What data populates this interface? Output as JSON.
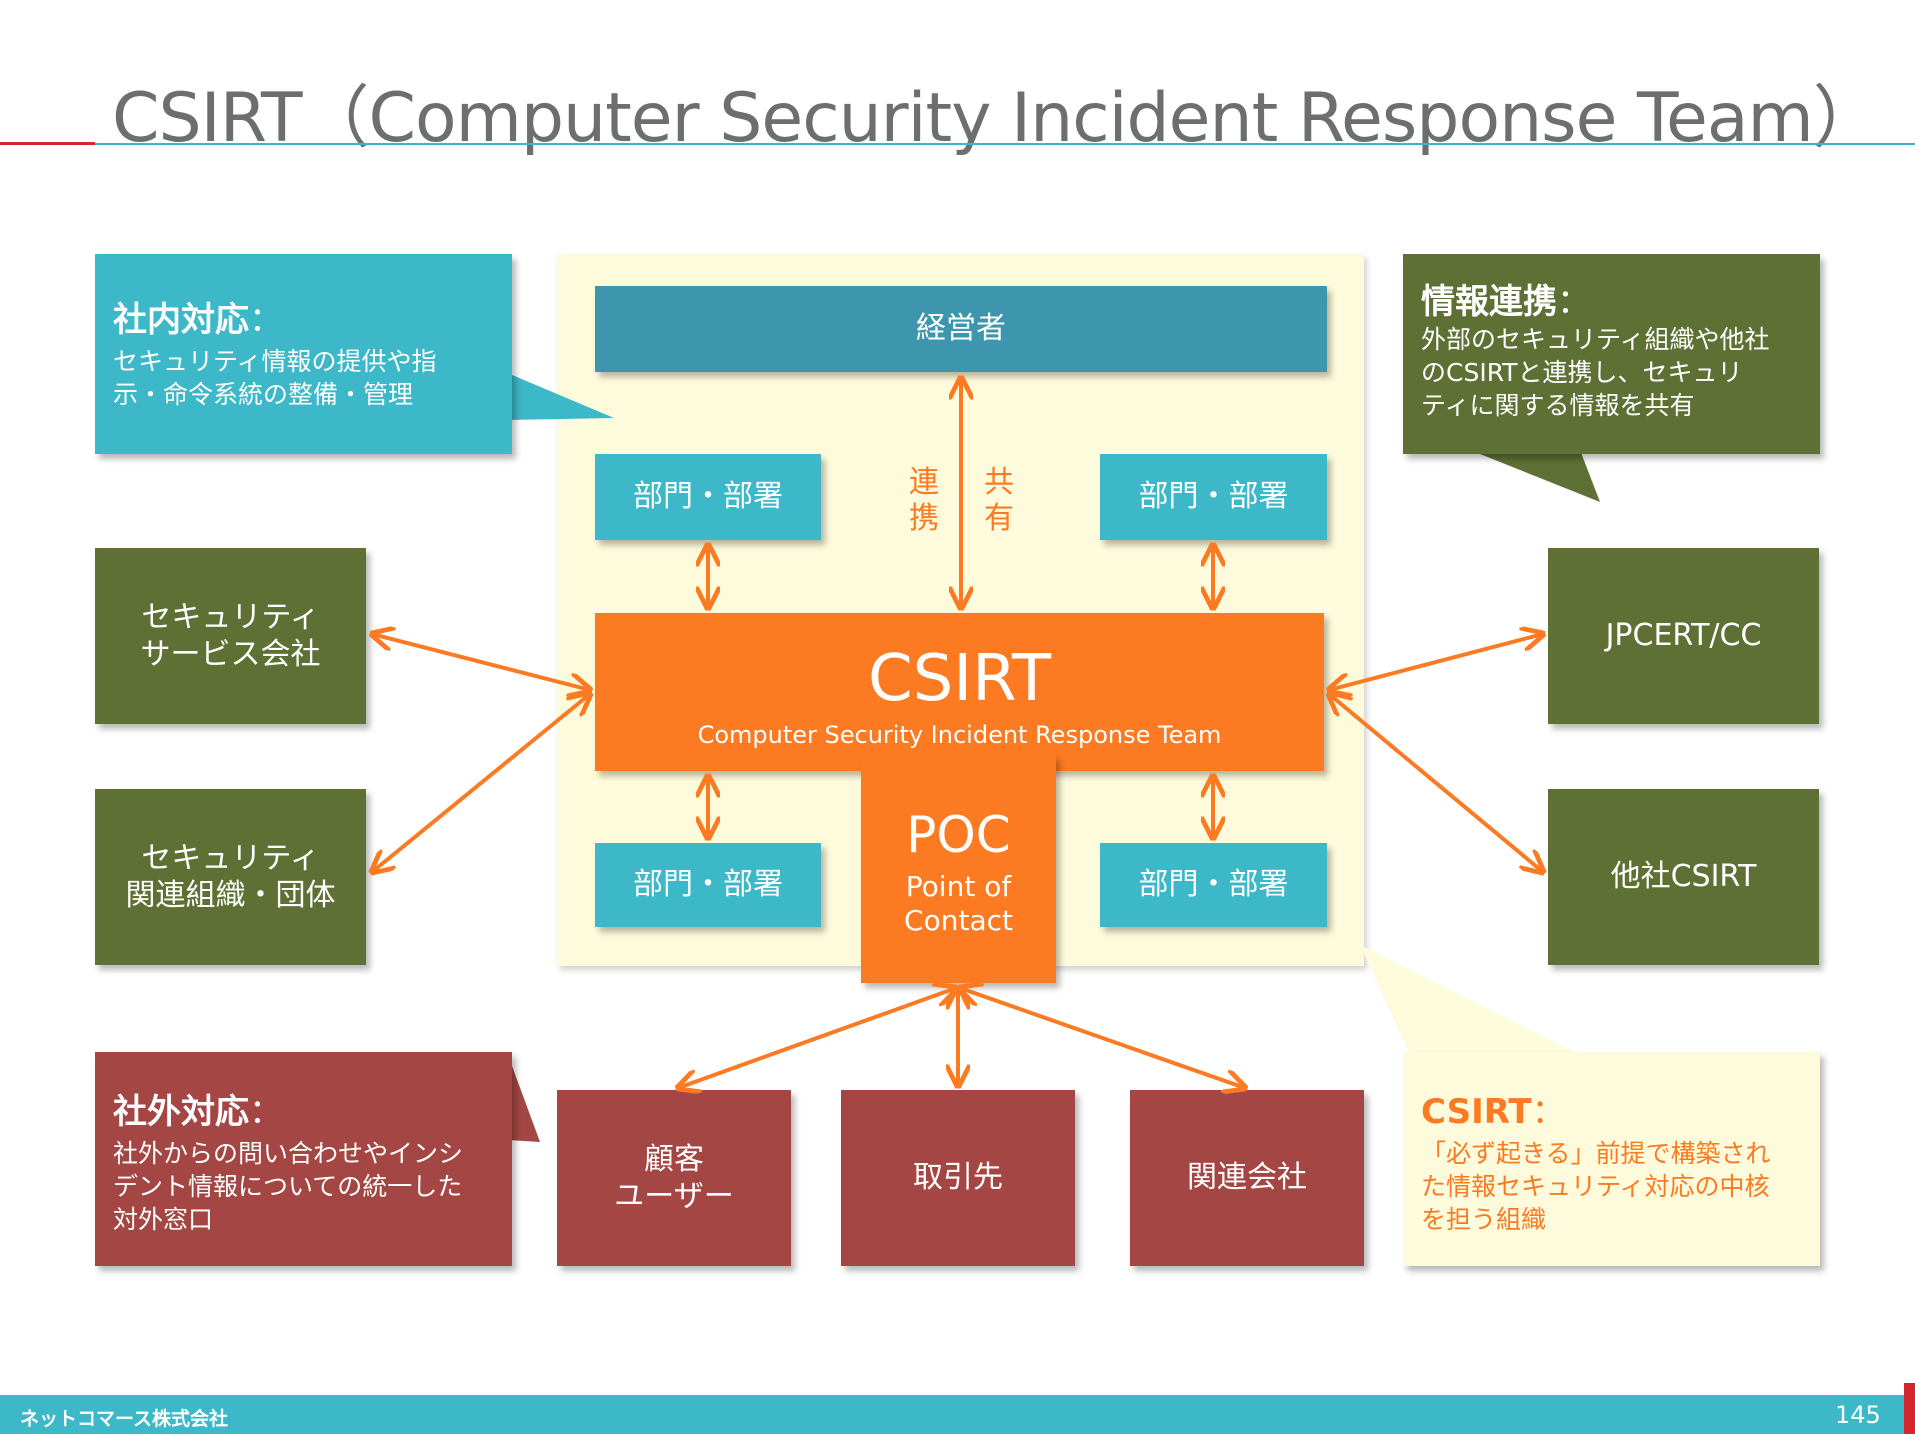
{
  "title": "CSIRT（Computer Security Incident Response Team）",
  "management": "経営者",
  "dept_label": "部門・部署",
  "vertical_label_left": [
    "連",
    "携"
  ],
  "vertical_label_right": [
    "共",
    "有"
  ],
  "csirt": {
    "title": "CSIRT",
    "subtitle": "Computer Security Incident Response Team"
  },
  "poc": {
    "title": "POC",
    "line1": "Point of",
    "line2": "Contact"
  },
  "left_nodes": [
    {
      "line1": "セキュリティ",
      "line2": "サービス会社"
    },
    {
      "line1": "セキュリティ",
      "line2": "関連組織・団体"
    }
  ],
  "right_nodes": [
    "JPCERT/CC",
    "他社CSIRT"
  ],
  "bottom_nodes": [
    {
      "line1": "顧客",
      "line2": "ユーザー"
    },
    {
      "line1": "取引先",
      "line2": ""
    },
    {
      "line1": "関連会社",
      "line2": ""
    }
  ],
  "callouts": {
    "internal": {
      "head": "社内対応",
      "colon": "：",
      "lines": [
        "セキュリティ情報の提供や指",
        "示・命令系統の整備・管理"
      ]
    },
    "info": {
      "head": "情報連携",
      "colon": "：",
      "lines": [
        "外部のセキュリティ組織や他社",
        "のCSIRTと連携し、セキュリ",
        "ティに関する情報を共有"
      ]
    },
    "external": {
      "head": "社外対応",
      "colon": "：",
      "lines": [
        "社外からの問い合わせやインシ",
        "デント情報についての統一した",
        "対外窓口"
      ]
    },
    "csirt_def": {
      "head": "CSIRT",
      "colon": "：",
      "lines": [
        "「必ず起きる」前提で構築され",
        "た情報セキュリティ対応の中核",
        "を担う組織"
      ]
    }
  },
  "footer": {
    "company": "ネットコマース株式会社",
    "page": "145"
  },
  "colors": {
    "teal": "#3cb8c8",
    "teal_dark": "#3d96ad",
    "green": "#5f7035",
    "red": "#a44744",
    "orange": "#fc7a21",
    "cream": "#fefbdc"
  }
}
